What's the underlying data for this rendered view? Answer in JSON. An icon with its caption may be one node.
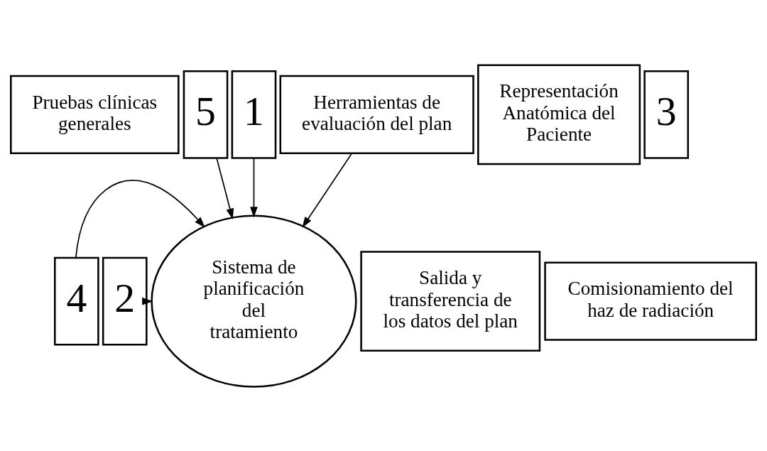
{
  "diagram": {
    "nodes": [
      {
        "text": [
          "Pruebas clínicas generales"
        ]
      },
      {
        "text": [
          "5"
        ]
      },
      {
        "text": [
          "1"
        ]
      },
      {
        "text": [
          "Representación Anatómica del Paciente"
        ]
      },
      {
        "text": [
          "Salida y transferencia de los datos del plan"
        ]
      },
      {
        "text": [
          "4"
        ]
      },
      {
        "text": [
          "Sistema de planificación del tratamiento"
        ]
      },
      {
        "text": [
          "2"
        ]
      },
      {
        "text": [
          "Comisionamiento del haz de radiación"
        ]
      },
      {
        "text": [
          "3"
        ]
      },
      {
        "text": [
          "Herramientas de evaluación del plan"
        ]
      }
    ],
    "edges": [
      {
        "from": 1,
        "to": 6,
        "arrow": "to"
      },
      {
        "from": 2,
        "to": 6,
        "arrow": "to"
      },
      {
        "from": 5,
        "to": 6,
        "arrow": "to"
      },
      {
        "from": 7,
        "to": 6,
        "arrow": "to"
      },
      {
        "from": 10,
        "to": 6,
        "arrow": "to"
      }
    ]
  }
}
